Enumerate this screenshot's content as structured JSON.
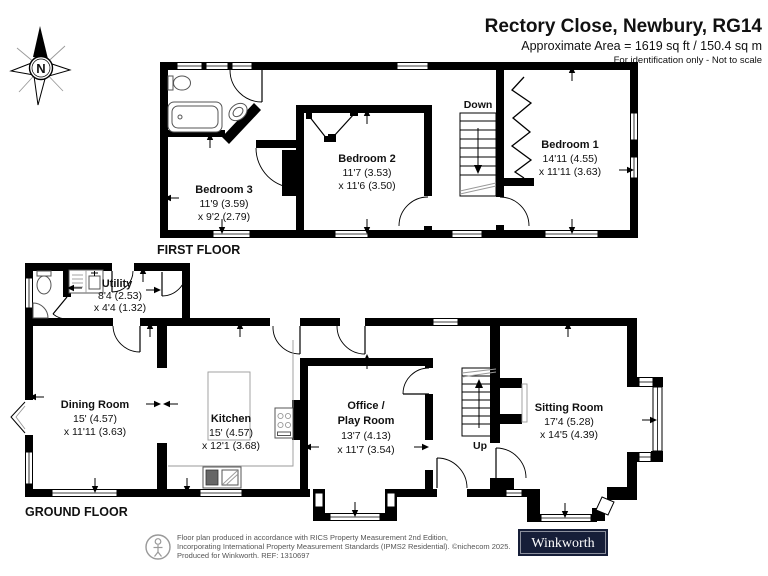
{
  "header": {
    "title": "Rectory Close, Newbury, RG14",
    "area": "Approximate Area = 1619 sq ft / 150.4 sq m",
    "note": "For identification only - Not to scale"
  },
  "compass": {
    "north": "N"
  },
  "floors": {
    "first": {
      "label": "FIRST FLOOR",
      "stairs_label": "Down",
      "rooms": {
        "bedroom1": {
          "name": "Bedroom 1",
          "dim1": "14'11 (4.55)",
          "dim2": "x 11'11 (3.63)"
        },
        "bedroom2": {
          "name": "Bedroom 2",
          "dim1": "11'7 (3.53)",
          "dim2": "x 11'6 (3.50)"
        },
        "bedroom3": {
          "name": "Bedroom 3",
          "dim1": "11'9 (3.59)",
          "dim2": "x 9'2 (2.79)"
        }
      }
    },
    "ground": {
      "label": "GROUND FLOOR",
      "stairs_label": "Up",
      "rooms": {
        "utility": {
          "name": "Utility",
          "dim1": "8'4 (2.53)",
          "dim2": "x 4'4 (1.32)"
        },
        "dining": {
          "name": "Dining Room",
          "dim1": "15' (4.57)",
          "dim2": "x 11'11 (3.63)"
        },
        "kitchen": {
          "name": "Kitchen",
          "dim1": "15' (4.57)",
          "dim2": "x 12'1 (3.68)"
        },
        "office": {
          "name1": "Office /",
          "name2": "Play Room",
          "dim1": "13'7 (4.13)",
          "dim2": "x 11'7 (3.54)"
        },
        "sitting": {
          "name": "Sitting Room",
          "dim1": "17'4 (5.28)",
          "dim2": "x 14'5 (4.39)"
        }
      }
    }
  },
  "footer": {
    "line1": "Floor plan produced in accordance with RICS Property Measurement 2nd Edition,",
    "line2": "Incorporating International Property Measurement Standards (IPMS2 Residential).",
    "copyright": "©nichecom 2025.",
    "line3": "Produced for Winkworth.   REF: 1310697",
    "logo": "Winkworth"
  },
  "colors": {
    "wall": "#000000",
    "logo_bg": "#161e38",
    "logo_text": "#ffffff",
    "footer_text": "#555555"
  }
}
